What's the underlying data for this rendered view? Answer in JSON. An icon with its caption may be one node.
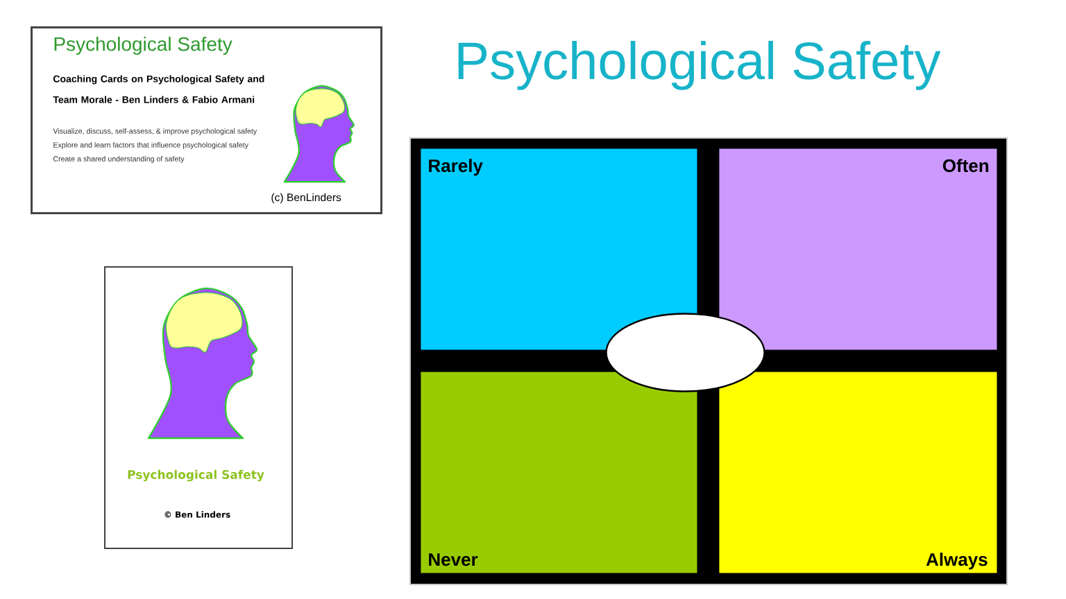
{
  "diagram": {
    "title": "Psychological Safety",
    "nodes": [
      {
        "text": [
          "Psychological Safety",
          "Coaching Cards on Psychological Safety and Team Morale - Ben Linders & Fabio Armani",
          "Visualize, discuss, self-assess, & improve psychological safety",
          "Explore and learn factors that influence psychological safety",
          "Create a shared understanding of safety",
          "(c) BenLinders"
        ]
      },
      {
        "text": [
          "Psychological Safety",
          "© Ben Linders"
        ]
      },
      {
        "text": [],
        "shape": "box"
      },
      {
        "text": [
          "Rarely"
        ],
        "in": 2
      },
      {
        "text": [
          "Often"
        ],
        "in": 2
      },
      {
        "text": [
          "Never"
        ],
        "in": 2
      },
      {
        "text": [
          "Always"
        ],
        "in": 2
      },
      {
        "text": [],
        "shape": "ellipse",
        "in": 2
      }
    ]
  }
}
